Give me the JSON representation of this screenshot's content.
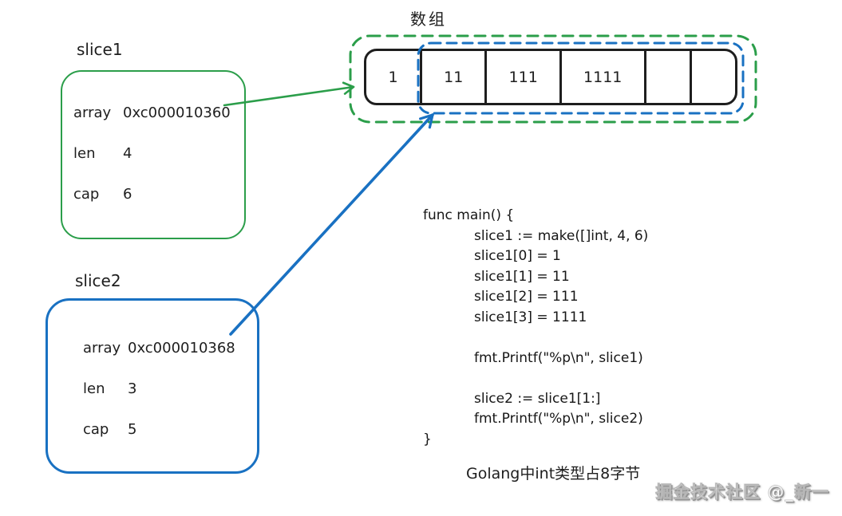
{
  "colors": {
    "green": "#2b9e4a",
    "blue": "#1971c2",
    "ink": "#1e1e1e"
  },
  "array": {
    "label": "数组",
    "cells": [
      "1",
      "11",
      "111",
      "1111",
      "",
      ""
    ]
  },
  "slices": {
    "slice1": {
      "title": "slice1",
      "fields": [
        {
          "key": "array",
          "value": "0xc000010360"
        },
        {
          "key": "len",
          "value": "4"
        },
        {
          "key": "cap",
          "value": "6"
        }
      ]
    },
    "slice2": {
      "title": "slice2",
      "fields": [
        {
          "key": "array",
          "value": "0xc000010368"
        },
        {
          "key": "len",
          "value": "3"
        },
        {
          "key": "cap",
          "value": "5"
        }
      ]
    }
  },
  "code": {
    "lines": [
      "func main() {",
      "slice1 := make([]int, 4, 6)",
      "slice1[0] = 1",
      "slice1[1] = 11",
      "slice1[2] = 111",
      "slice1[3] = 1111",
      "",
      "fmt.Printf(\"%p\\n\", slice1)",
      "",
      "slice2 := slice1[1:]",
      "fmt.Printf(\"%p\\n\", slice2)",
      "}"
    ]
  },
  "caption": "Golang中int类型占8字节",
  "watermark": "掘金技术社区 @_新一"
}
